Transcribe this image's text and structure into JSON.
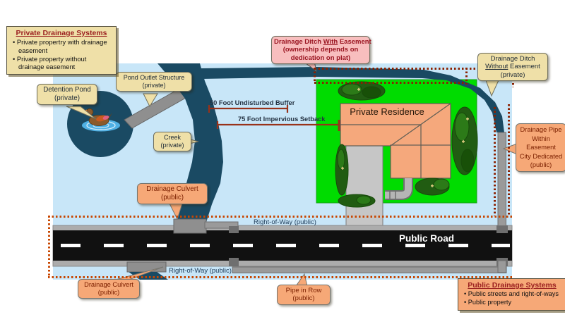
{
  "legend_private": {
    "title": "Private Drainage Systems",
    "items": [
      "Private propertry with drainage easement",
      "Private property without drainage easement"
    ]
  },
  "legend_public": {
    "title": "Public Drainage Systems",
    "items": [
      "Public streets and right-of-ways",
      "Public property"
    ]
  },
  "callouts": {
    "detention_pond": {
      "line1": "Detention Pond",
      "line2": "(private)"
    },
    "pond_outlet": {
      "line1": "Pond Outlet Structure",
      "line2": "(private)"
    },
    "creek": {
      "line1": "Creek",
      "line2": "(private)"
    },
    "ditch_with": {
      "pre": "Drainage Ditch ",
      "underline": "With",
      "post": " Easement",
      "line2": "(ownership depends on",
      "line3": "dedication on plat)"
    },
    "ditch_without": {
      "line1": "Drainage Ditch",
      "underline": "Without",
      "post": " Easement",
      "line3": "(private)"
    },
    "culvert_upper": {
      "line1": "Drainage Culvert",
      "line2": "(public)"
    },
    "culvert_lower": {
      "line1": "Drainage Culvert",
      "line2": "(public)"
    },
    "pipe_row": {
      "line1": "Pipe in Row",
      "line2": "(public)"
    },
    "drainage_pipe": {
      "lines": [
        "Drainage Pipe",
        "Within",
        "Easement",
        "City Dedicated",
        "(public)"
      ]
    }
  },
  "labels": {
    "residence": "Private Residence",
    "road": "Public Road",
    "row_upper": "Right-of-Way (public)",
    "row_lower": "Right-of-Way (public)",
    "buffer": "50 Foot Undisturbed Buffer",
    "setback": "75 Foot Impervious Setback"
  },
  "colors": {
    "diagram_bg": "#C8E6F8",
    "water": "#1A4A63",
    "lawn": "#00DC00",
    "house": "#F5A87C",
    "road": "#111111",
    "curb": "#ACACAC",
    "pipe": "#9A9A9A",
    "callout_tan": "#EFE0A8",
    "callout_orange": "#F6A877",
    "callout_pink": "#F8BEBE",
    "easement_dots": "#8B2000",
    "row_dots": "#C84600",
    "measure_line": "#98321A",
    "legend_title": "#9B2020"
  }
}
